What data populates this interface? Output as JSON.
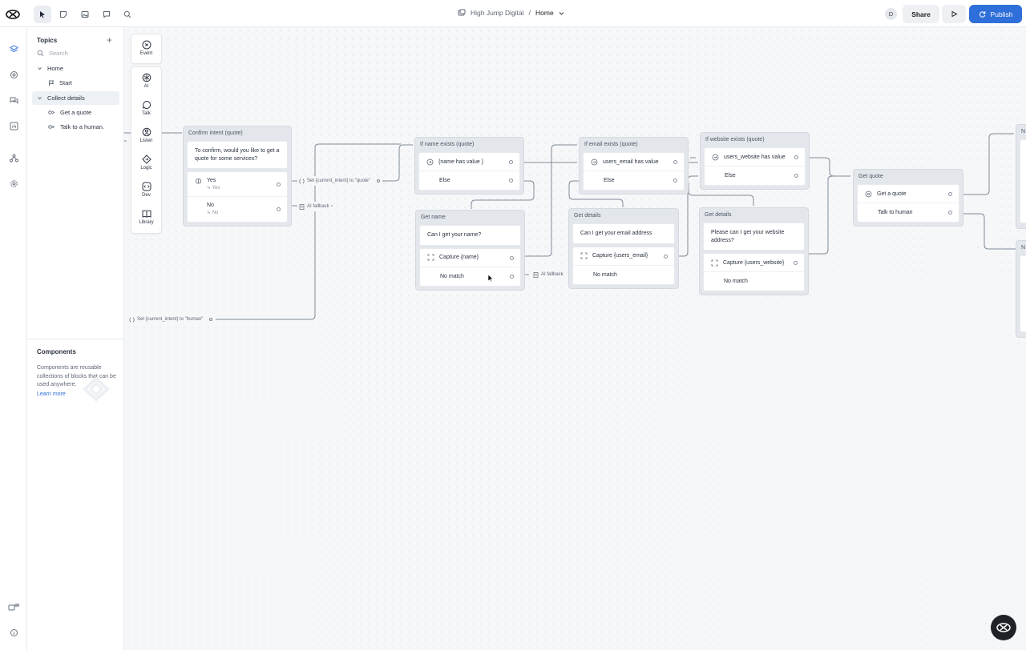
{
  "header": {
    "project_name": "High Jump Digital",
    "separator": "/",
    "current_page": "Home",
    "avatar_initial": "D",
    "share_label": "Share",
    "publish_label": "Publish"
  },
  "sidebar": {
    "title": "Topics",
    "search_placeholder": "Search",
    "items": [
      {
        "label": "Home"
      },
      {
        "label": "Start"
      },
      {
        "label": "Collect details"
      },
      {
        "label": "Get a quote"
      },
      {
        "label": "Talk to a human."
      }
    ],
    "components": {
      "title": "Components",
      "description": "Components are reusable collections of blocks that can be used anywhere.",
      "link": "Learn more"
    }
  },
  "palette": {
    "items": [
      {
        "label": "Event"
      },
      {
        "label": "AI"
      },
      {
        "label": "Talk"
      },
      {
        "label": "Listen"
      },
      {
        "label": "Logic"
      },
      {
        "label": "Dev"
      },
      {
        "label": "Library"
      }
    ]
  },
  "nodes": {
    "confirm": {
      "title": "Confirm intent (quote)",
      "message": "To confirm, would you like to get a quote for some services?",
      "yes": "Yes",
      "yes_sub": "Yes",
      "no": "No",
      "no_sub": "No"
    },
    "if_name": {
      "title": "If name exists (quote)",
      "cond": "{name has value }",
      "else": "Else"
    },
    "get_name": {
      "title": "Get name",
      "message": "Can I get your name?",
      "capture": "Capture {name}",
      "nomatch": "No match"
    },
    "if_email": {
      "title": "If email exists (quote)",
      "cond": "users_email has value",
      "else": "Else"
    },
    "get_email": {
      "title": "Get details",
      "message": "Can I get your email address",
      "capture": "Capture {users_email}",
      "nomatch": "No match"
    },
    "if_web": {
      "title": "If website exists (quote)",
      "cond": "users_website has value",
      "else": "Else"
    },
    "get_web": {
      "title": "Get details",
      "message": "Please can I get your website address?",
      "capture": "Capture {users_website}",
      "nomatch": "No match"
    },
    "get_quote": {
      "title": "Get quote",
      "opt1": "Get a quote",
      "opt2": "Talk to human"
    },
    "edge1_title": "N",
    "edge2_title": "N"
  },
  "wire_labels": {
    "set_quote": "Set {current_intent} to \"quote\"",
    "ai_fallback_1": "AI fallback",
    "ai_fallback_2": "AI fallback",
    "set_human": "Set {current_intent} to \"human\""
  }
}
